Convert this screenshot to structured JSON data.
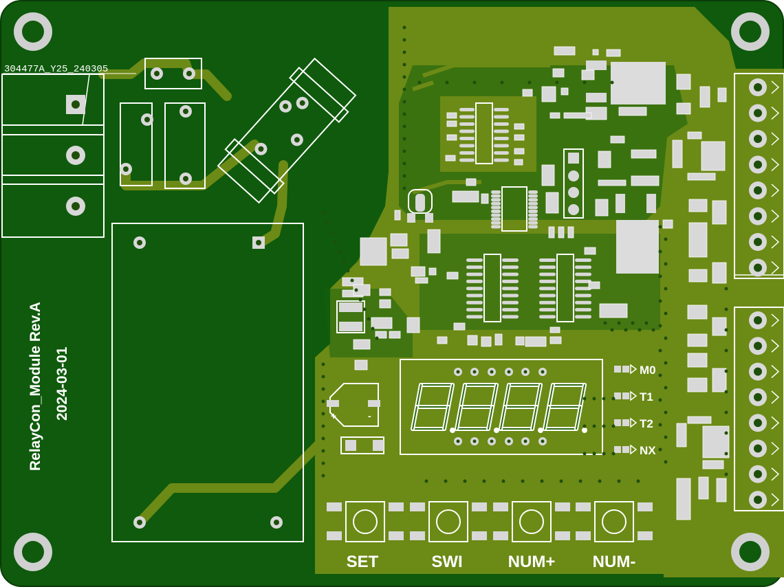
{
  "board": {
    "version_code": "304477A_Y25_240305",
    "module_name": "RelayCon_Module Rev.A",
    "date": "2024-03-01",
    "colors": {
      "substrate": "#0f5a0c",
      "copper": "#6c8a16",
      "silkscreen": "#ffffff",
      "pad": "#d8d8d8"
    }
  },
  "display": {
    "digits": [
      "8",
      "8",
      "8",
      "8"
    ],
    "type": "4-digit 7-segment display"
  },
  "indicators": [
    {
      "label": "M0"
    },
    {
      "label": "T1"
    },
    {
      "label": "T2"
    },
    {
      "label": "NX"
    }
  ],
  "buttons": [
    {
      "label": "SET"
    },
    {
      "label": "SWI"
    },
    {
      "label": "NUM+"
    },
    {
      "label": "NUM-"
    }
  ],
  "buzzer": {
    "plus": "+",
    "minus": "-"
  },
  "icons": [
    "mounting-hole",
    "terminal-block",
    "relay",
    "ic-chip",
    "tactile-switch",
    "led"
  ]
}
